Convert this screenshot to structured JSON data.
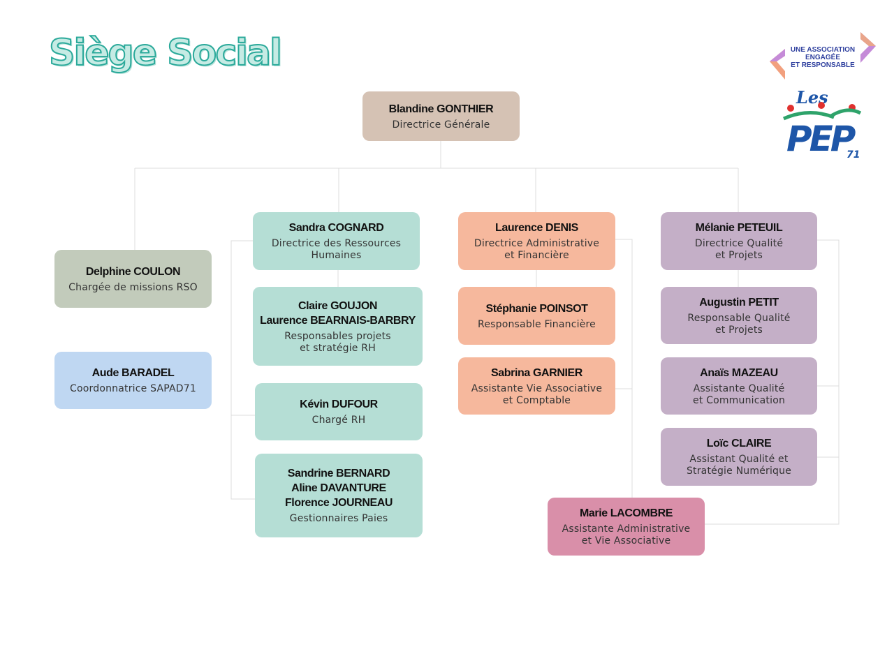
{
  "title": "Siège Social",
  "logo": {
    "tagline": [
      "UNE ASSOCIATION",
      "ENGAGÉE",
      "ET RESPONSABLE"
    ],
    "brand_top": "Les",
    "brand_main": "PEP",
    "brand_number": "71"
  },
  "colors": {
    "title": "#2aa99a",
    "director": "#d5c2b4",
    "rso": "#c2cbbb",
    "sapad": "#bfd7f2",
    "hr": "#b5ded5",
    "finance": "#f6b89d",
    "quality": "#c4afc7",
    "assistant": "#d98fa9",
    "connector": "#dcdcdc"
  },
  "nodes": {
    "dg": {
      "names": [
        "Blandine GONTHIER"
      ],
      "role": [
        "Directrice Générale"
      ]
    },
    "rso": {
      "names": [
        "Delphine COULON"
      ],
      "role": [
        "Chargée de missions RSO"
      ]
    },
    "sapad": {
      "names": [
        "Aude BARADEL"
      ],
      "role": [
        "Coordonnatrice SAPAD71"
      ]
    },
    "drh": {
      "names": [
        "Sandra COGNARD"
      ],
      "role": [
        "Directrice des Ressources",
        "Humaines"
      ]
    },
    "rh_projets": {
      "names": [
        "Claire GOUJON",
        "Laurence BEARNAIS-BARBRY"
      ],
      "role": [
        "Responsables projets",
        "et stratégie RH"
      ]
    },
    "rh_charge": {
      "names": [
        "Kévin DUFOUR"
      ],
      "role": [
        "Chargé RH"
      ]
    },
    "paies": {
      "names": [
        "Sandrine BERNARD",
        "Aline DAVANTURE",
        "Florence JOURNEAU"
      ],
      "role": [
        "Gestionnaires Paies"
      ]
    },
    "daf": {
      "names": [
        "Laurence DENIS"
      ],
      "role": [
        "Directrice Administrative",
        "et Financière"
      ]
    },
    "finance": {
      "names": [
        "Stéphanie POINSOT"
      ],
      "role": [
        "Responsable Financière"
      ]
    },
    "vie_asso": {
      "names": [
        "Sabrina GARNIER"
      ],
      "role": [
        "Assistante Vie Associative",
        "et Comptable"
      ]
    },
    "dq": {
      "names": [
        "Mélanie PETEUIL"
      ],
      "role": [
        "Directrice Qualité",
        "et Projets"
      ]
    },
    "rq": {
      "names": [
        "Augustin PETIT"
      ],
      "role": [
        "Responsable Qualité",
        "et Projets"
      ]
    },
    "aq_com": {
      "names": [
        "Anaïs MAZEAU"
      ],
      "role": [
        "Assistante Qualité",
        "et Communication"
      ]
    },
    "aq_num": {
      "names": [
        "Loïc CLAIRE"
      ],
      "role": [
        "Assistant Qualité et",
        "Stratégie Numérique"
      ]
    },
    "admin": {
      "names": [
        "Marie LACOMBRE"
      ],
      "role": [
        "Assistante Administrative",
        "et Vie Associative"
      ]
    }
  }
}
